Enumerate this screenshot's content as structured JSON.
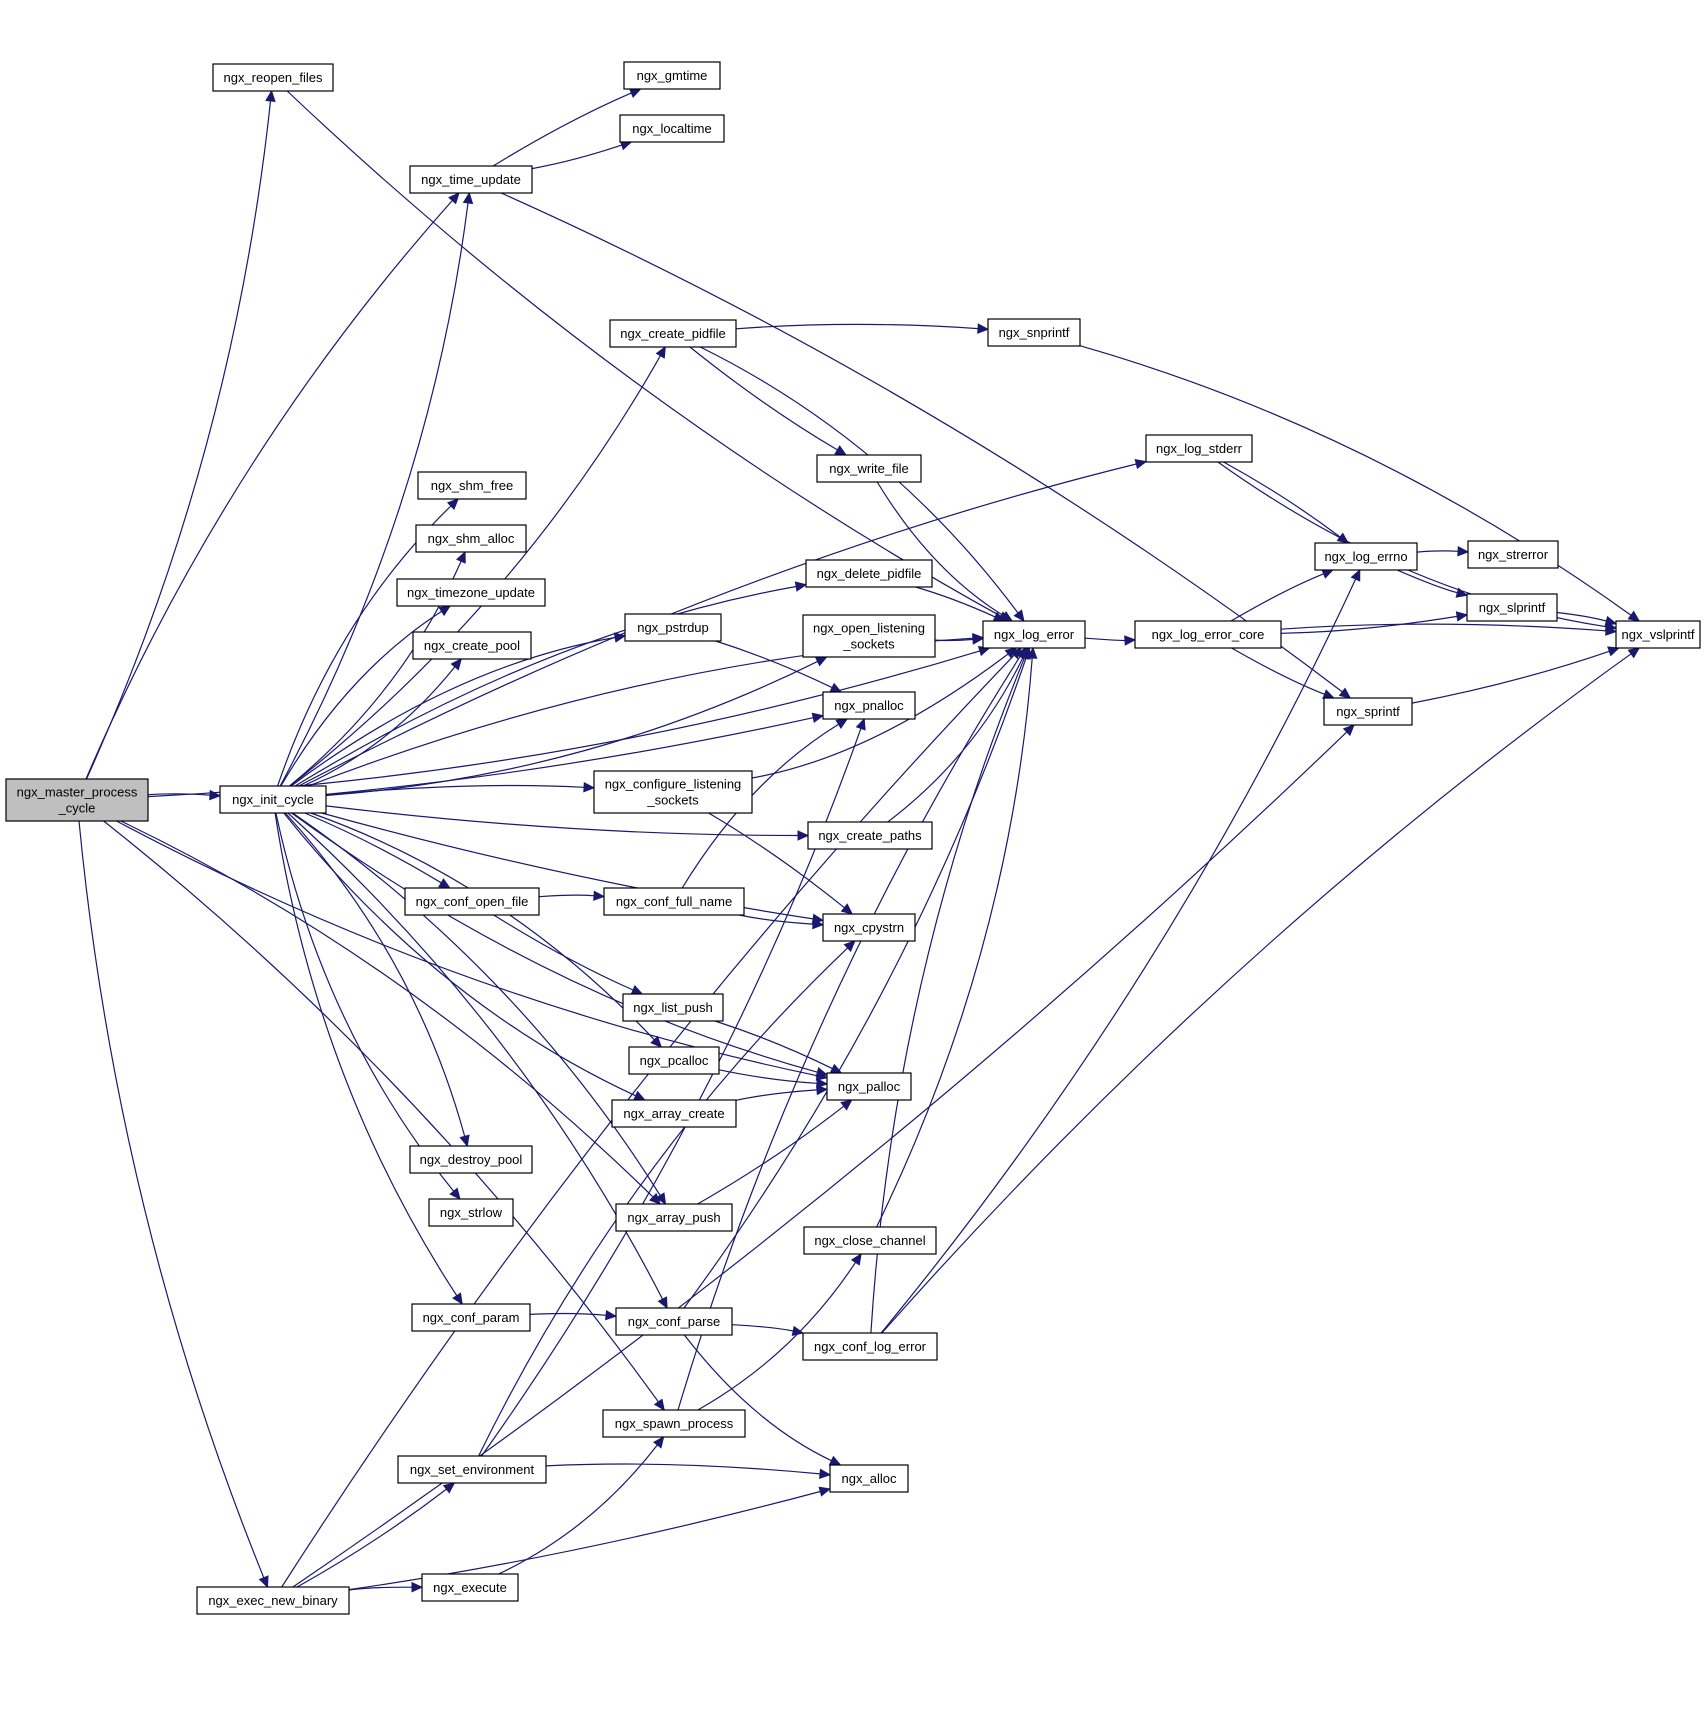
{
  "colors": {
    "edge": "#191970",
    "root_fill": "#bfbfbf",
    "node_fill": "#ffffff",
    "node_border": "#000000"
  },
  "nodes": [
    {
      "id": "master",
      "lines": [
        "ngx_master_process",
        "_cycle"
      ]
    },
    {
      "id": "reopen_files",
      "lines": [
        "ngx_reopen_files"
      ]
    },
    {
      "id": "time_update",
      "lines": [
        "ngx_time_update"
      ]
    },
    {
      "id": "gmtime",
      "lines": [
        "ngx_gmtime"
      ]
    },
    {
      "id": "localtime",
      "lines": [
        "ngx_localtime"
      ]
    },
    {
      "id": "init_cycle",
      "lines": [
        "ngx_init_cycle"
      ]
    },
    {
      "id": "exec_new_binary",
      "lines": [
        "ngx_exec_new_binary"
      ]
    },
    {
      "id": "create_pidfile",
      "lines": [
        "ngx_create_pidfile"
      ]
    },
    {
      "id": "shm_free",
      "lines": [
        "ngx_shm_free"
      ]
    },
    {
      "id": "shm_alloc",
      "lines": [
        "ngx_shm_alloc"
      ]
    },
    {
      "id": "timezone_update",
      "lines": [
        "ngx_timezone_update"
      ]
    },
    {
      "id": "create_pool",
      "lines": [
        "ngx_create_pool"
      ]
    },
    {
      "id": "pstrdup",
      "lines": [
        "ngx_pstrdup"
      ]
    },
    {
      "id": "configure_listening",
      "lines": [
        "ngx_configure_listening",
        "_sockets"
      ]
    },
    {
      "id": "conf_open_file",
      "lines": [
        "ngx_conf_open_file"
      ]
    },
    {
      "id": "conf_full_name",
      "lines": [
        "ngx_conf_full_name"
      ]
    },
    {
      "id": "list_push",
      "lines": [
        "ngx_list_push"
      ]
    },
    {
      "id": "pcalloc",
      "lines": [
        "ngx_pcalloc"
      ]
    },
    {
      "id": "array_create",
      "lines": [
        "ngx_array_create"
      ]
    },
    {
      "id": "destroy_pool",
      "lines": [
        "ngx_destroy_pool"
      ]
    },
    {
      "id": "strlow",
      "lines": [
        "ngx_strlow"
      ]
    },
    {
      "id": "array_push",
      "lines": [
        "ngx_array_push"
      ]
    },
    {
      "id": "conf_param",
      "lines": [
        "ngx_conf_param"
      ]
    },
    {
      "id": "conf_parse",
      "lines": [
        "ngx_conf_parse"
      ]
    },
    {
      "id": "spawn_process",
      "lines": [
        "ngx_spawn_process"
      ]
    },
    {
      "id": "set_environment",
      "lines": [
        "ngx_set_environment"
      ]
    },
    {
      "id": "execute",
      "lines": [
        "ngx_execute"
      ]
    },
    {
      "id": "write_file",
      "lines": [
        "ngx_write_file"
      ]
    },
    {
      "id": "delete_pidfile",
      "lines": [
        "ngx_delete_pidfile"
      ]
    },
    {
      "id": "open_listening",
      "lines": [
        "ngx_open_listening",
        "_sockets"
      ]
    },
    {
      "id": "pnalloc",
      "lines": [
        "ngx_pnalloc"
      ]
    },
    {
      "id": "create_paths",
      "lines": [
        "ngx_create_paths"
      ]
    },
    {
      "id": "cpystrn",
      "lines": [
        "ngx_cpystrn"
      ]
    },
    {
      "id": "palloc",
      "lines": [
        "ngx_palloc"
      ]
    },
    {
      "id": "close_channel",
      "lines": [
        "ngx_close_channel"
      ]
    },
    {
      "id": "conf_log_error",
      "lines": [
        "ngx_conf_log_error"
      ]
    },
    {
      "id": "alloc",
      "lines": [
        "ngx_alloc"
      ]
    },
    {
      "id": "snprintf",
      "lines": [
        "ngx_snprintf"
      ]
    },
    {
      "id": "log_error",
      "lines": [
        "ngx_log_error"
      ]
    },
    {
      "id": "log_stderr",
      "lines": [
        "ngx_log_stderr"
      ]
    },
    {
      "id": "log_error_core",
      "lines": [
        "ngx_log_error_core"
      ]
    },
    {
      "id": "log_errno",
      "lines": [
        "ngx_log_errno"
      ]
    },
    {
      "id": "strerror",
      "lines": [
        "ngx_strerror"
      ]
    },
    {
      "id": "slprintf",
      "lines": [
        "ngx_slprintf"
      ]
    },
    {
      "id": "sprintf",
      "lines": [
        "ngx_sprintf"
      ]
    },
    {
      "id": "vslprintf",
      "lines": [
        "ngx_vslprintf"
      ]
    }
  ],
  "edges": [
    {
      "from": "master",
      "to": "reopen_files"
    },
    {
      "from": "master",
      "to": "time_update"
    },
    {
      "from": "master",
      "to": "log_error"
    },
    {
      "from": "master",
      "to": "init_cycle"
    },
    {
      "from": "master",
      "to": "exec_new_binary"
    },
    {
      "from": "master",
      "to": "array_push"
    },
    {
      "from": "master",
      "to": "palloc"
    },
    {
      "from": "master",
      "to": "spawn_process"
    },
    {
      "from": "reopen_files",
      "to": "log_error"
    },
    {
      "from": "time_update",
      "to": "gmtime"
    },
    {
      "from": "time_update",
      "to": "localtime"
    },
    {
      "from": "time_update",
      "to": "sprintf"
    },
    {
      "from": "init_cycle",
      "to": "time_update"
    },
    {
      "from": "init_cycle",
      "to": "log_stderr"
    },
    {
      "from": "init_cycle",
      "to": "create_pidfile"
    },
    {
      "from": "init_cycle",
      "to": "delete_pidfile"
    },
    {
      "from": "init_cycle",
      "to": "open_listening"
    },
    {
      "from": "init_cycle",
      "to": "shm_free"
    },
    {
      "from": "init_cycle",
      "to": "shm_alloc"
    },
    {
      "from": "init_cycle",
      "to": "timezone_update"
    },
    {
      "from": "init_cycle",
      "to": "create_pool"
    },
    {
      "from": "init_cycle",
      "to": "pstrdup"
    },
    {
      "from": "init_cycle",
      "to": "pnalloc"
    },
    {
      "from": "init_cycle",
      "to": "configure_listening"
    },
    {
      "from": "init_cycle",
      "to": "create_paths"
    },
    {
      "from": "init_cycle",
      "to": "conf_open_file"
    },
    {
      "from": "init_cycle",
      "to": "cpystrn"
    },
    {
      "from": "init_cycle",
      "to": "pcalloc"
    },
    {
      "from": "init_cycle",
      "to": "array_create"
    },
    {
      "from": "init_cycle",
      "to": "destroy_pool"
    },
    {
      "from": "init_cycle",
      "to": "strlow"
    },
    {
      "from": "init_cycle",
      "to": "array_push"
    },
    {
      "from": "init_cycle",
      "to": "conf_param"
    },
    {
      "from": "init_cycle",
      "to": "conf_parse"
    },
    {
      "from": "init_cycle",
      "to": "palloc"
    },
    {
      "from": "init_cycle",
      "to": "log_error"
    },
    {
      "from": "exec_new_binary",
      "to": "set_environment"
    },
    {
      "from": "exec_new_binary",
      "to": "execute"
    },
    {
      "from": "exec_new_binary",
      "to": "alloc"
    },
    {
      "from": "exec_new_binary",
      "to": "log_error"
    },
    {
      "from": "exec_new_binary",
      "to": "sprintf"
    },
    {
      "from": "create_pidfile",
      "to": "snprintf"
    },
    {
      "from": "create_pidfile",
      "to": "write_file"
    },
    {
      "from": "create_pidfile",
      "to": "log_error"
    },
    {
      "from": "write_file",
      "to": "log_error"
    },
    {
      "from": "delete_pidfile",
      "to": "log_error"
    },
    {
      "from": "open_listening",
      "to": "log_error"
    },
    {
      "from": "pstrdup",
      "to": "pnalloc"
    },
    {
      "from": "configure_listening",
      "to": "log_error"
    },
    {
      "from": "configure_listening",
      "to": "cpystrn"
    },
    {
      "from": "create_paths",
      "to": "log_error"
    },
    {
      "from": "conf_open_file",
      "to": "conf_full_name"
    },
    {
      "from": "conf_open_file",
      "to": "list_push"
    },
    {
      "from": "conf_full_name",
      "to": "pnalloc"
    },
    {
      "from": "conf_full_name",
      "to": "cpystrn"
    },
    {
      "from": "list_push",
      "to": "palloc"
    },
    {
      "from": "pcalloc",
      "to": "palloc"
    },
    {
      "from": "array_create",
      "to": "palloc"
    },
    {
      "from": "array_push",
      "to": "palloc"
    },
    {
      "from": "conf_param",
      "to": "conf_parse"
    },
    {
      "from": "conf_parse",
      "to": "log_error"
    },
    {
      "from": "conf_parse",
      "to": "conf_log_error"
    },
    {
      "from": "conf_parse",
      "to": "alloc"
    },
    {
      "from": "conf_log_error",
      "to": "log_error"
    },
    {
      "from": "conf_log_error",
      "to": "log_errno"
    },
    {
      "from": "conf_log_error",
      "to": "vslprintf"
    },
    {
      "from": "close_channel",
      "to": "log_error"
    },
    {
      "from": "spawn_process",
      "to": "log_error"
    },
    {
      "from": "spawn_process",
      "to": "close_channel"
    },
    {
      "from": "set_environment",
      "to": "alloc"
    },
    {
      "from": "set_environment",
      "to": "pnalloc"
    },
    {
      "from": "set_environment",
      "to": "cpystrn"
    },
    {
      "from": "execute",
      "to": "spawn_process"
    },
    {
      "from": "snprintf",
      "to": "vslprintf"
    },
    {
      "from": "log_error",
      "to": "log_error_core"
    },
    {
      "from": "log_stderr",
      "to": "log_errno"
    },
    {
      "from": "log_stderr",
      "to": "vslprintf"
    },
    {
      "from": "log_error_core",
      "to": "log_errno"
    },
    {
      "from": "log_error_core",
      "to": "slprintf"
    },
    {
      "from": "log_error_core",
      "to": "vslprintf"
    },
    {
      "from": "log_error_core",
      "to": "sprintf"
    },
    {
      "from": "log_errno",
      "to": "strerror"
    },
    {
      "from": "log_errno",
      "to": "slprintf"
    },
    {
      "from": "slprintf",
      "to": "vslprintf"
    },
    {
      "from": "sprintf",
      "to": "vslprintf"
    }
  ]
}
